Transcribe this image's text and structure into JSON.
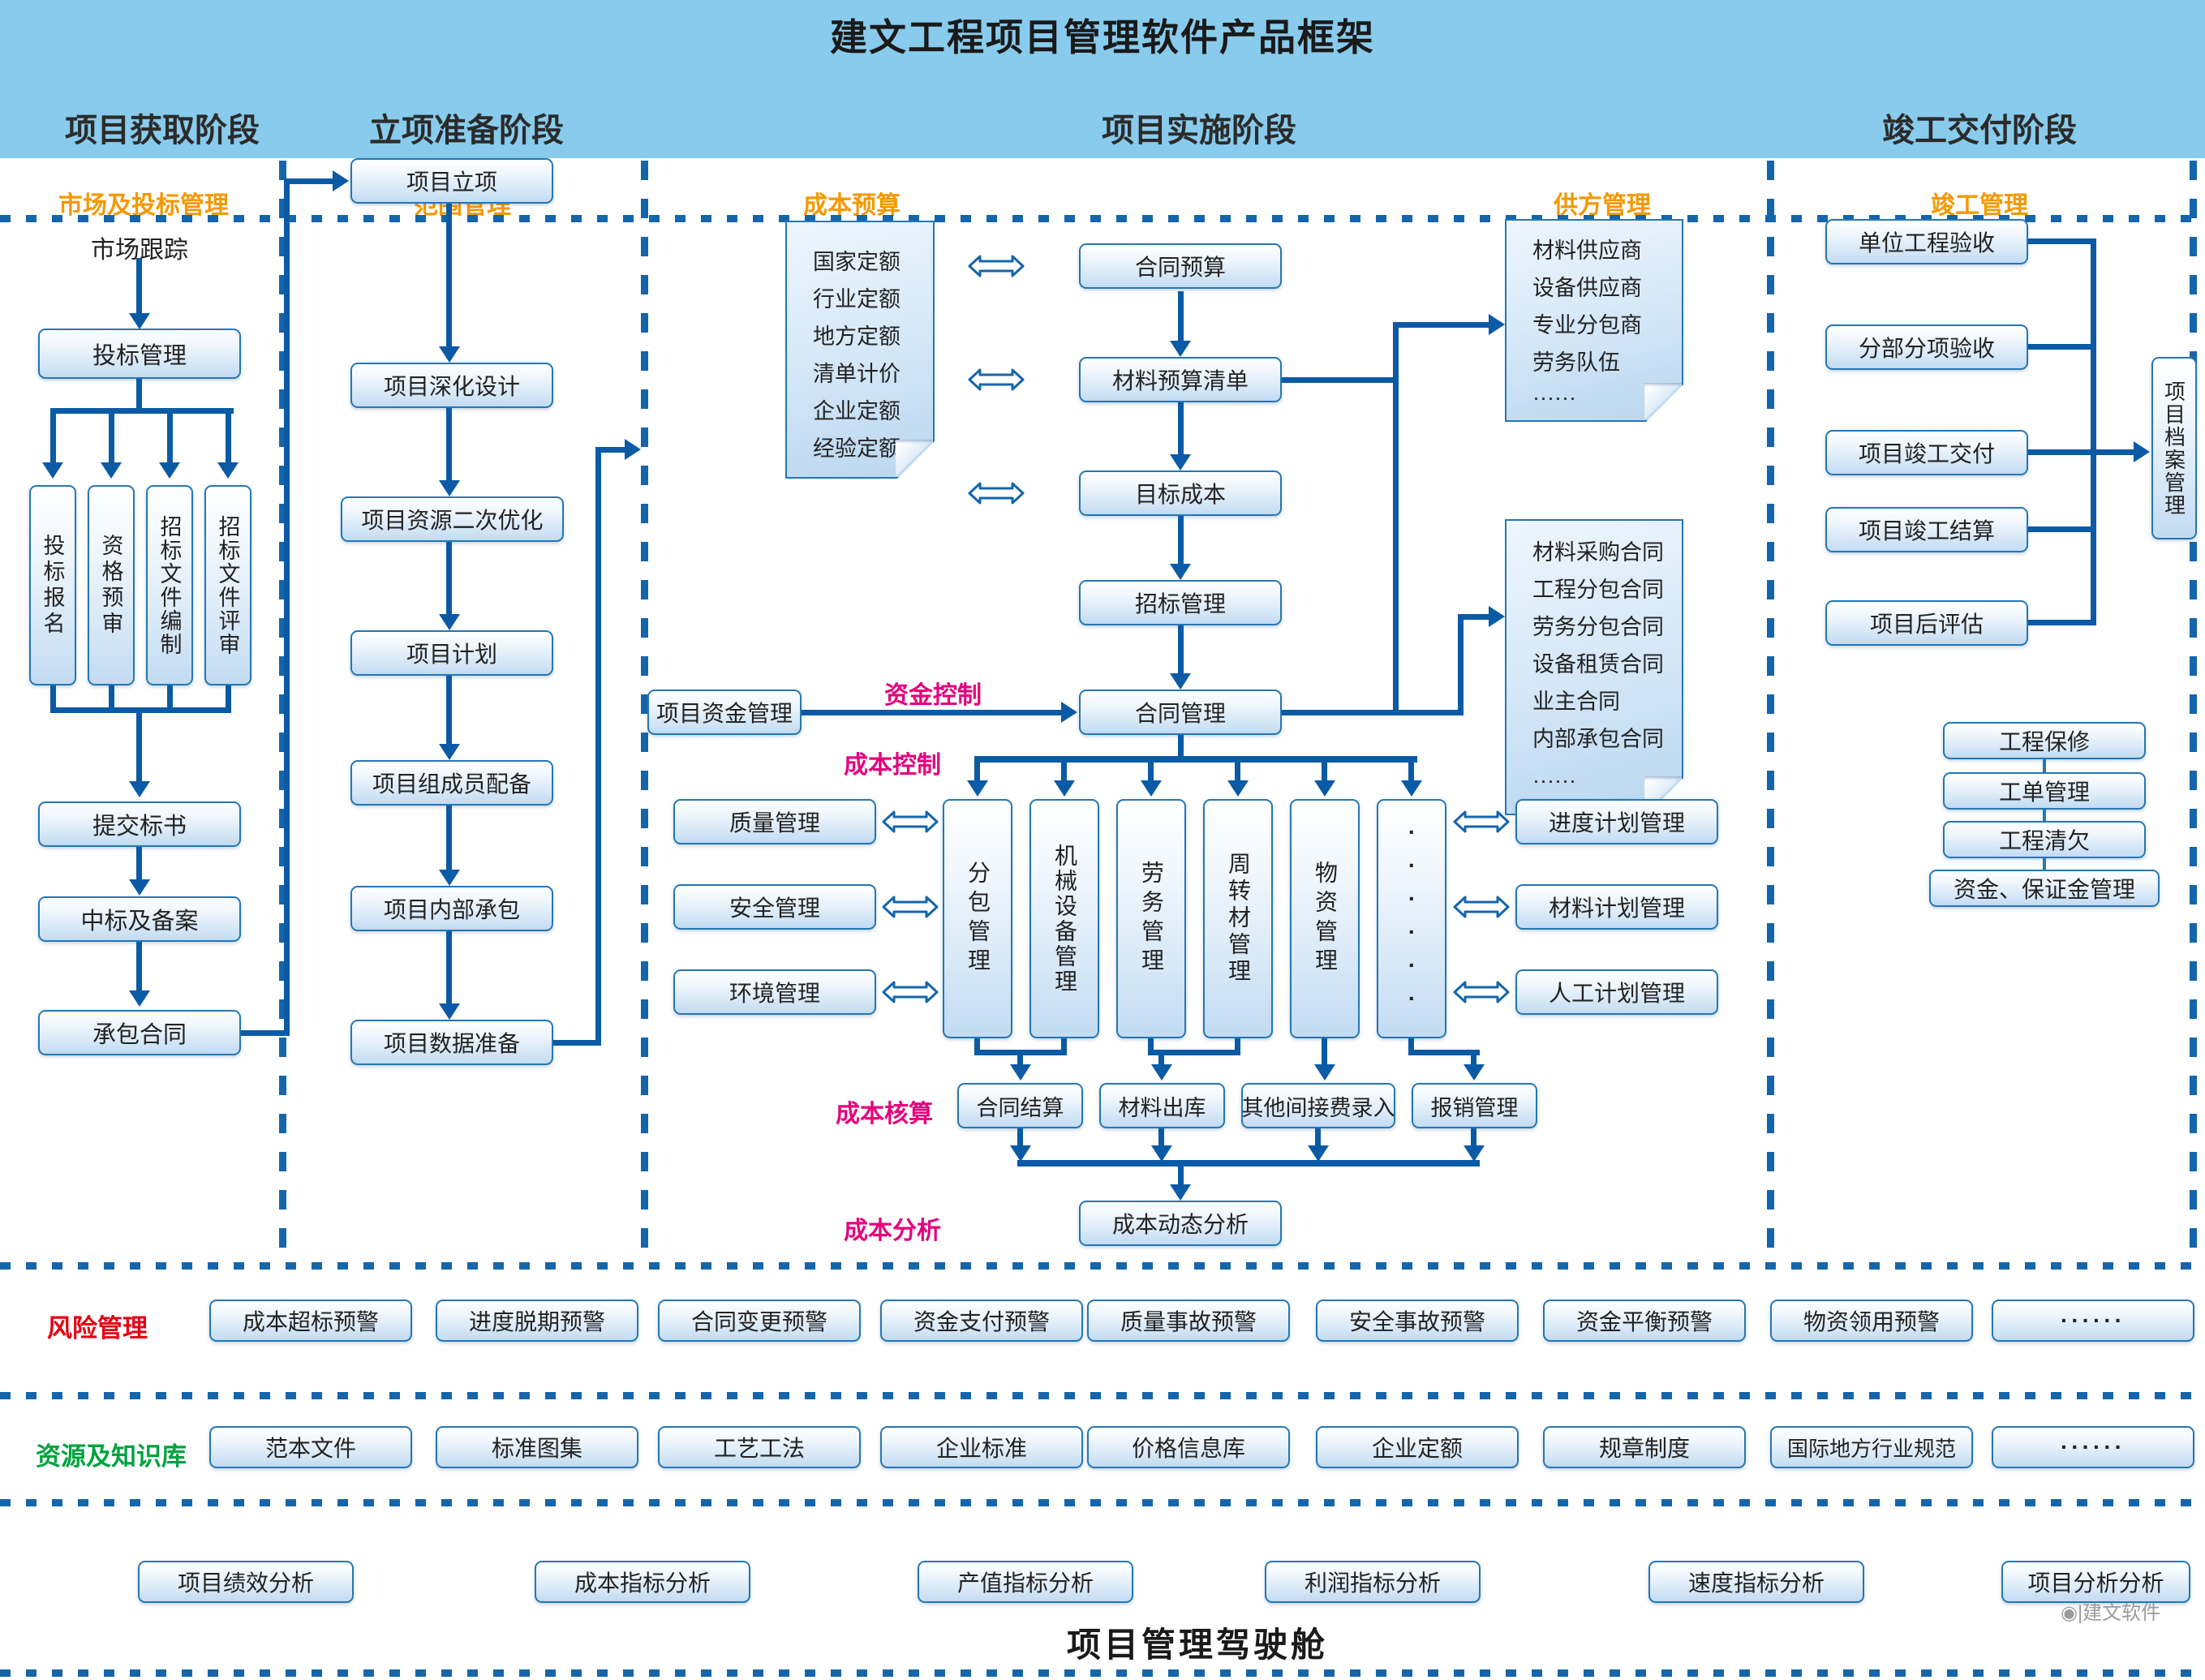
{
  "header": {
    "title": "建文工程项目管理软件产品框架",
    "phases": [
      "项目获取阶段",
      "立项准备阶段",
      "项目实施阶段",
      "竣工交付阶段"
    ]
  },
  "acquisition": {
    "label": "市场及投标管理",
    "market_tracking": "市场跟踪",
    "bid_management": "投标管理",
    "bid_steps": [
      "投标报名",
      "资格预审",
      "招标文件编制",
      "招标文件评审"
    ],
    "submit": "提交标书",
    "award": "中标及备案",
    "contract": "承包合同"
  },
  "preparation": {
    "label": "范围管理",
    "steps": [
      "项目立项",
      "项目深化设计",
      "项目资源二次优化",
      "项目计划",
      "项目组成员配备",
      "项目内部承包",
      "项目数据准备"
    ]
  },
  "implementation": {
    "budget_label": "成本预算",
    "quota_doc": [
      "国家定额",
      "行业定额",
      "地方定额",
      "清单计价",
      "企业定额",
      "经验定额"
    ],
    "flow": [
      "合同预算",
      "材料预算清单",
      "目标成本",
      "招标管理",
      "合同管理"
    ],
    "fund_management": "项目资金管理",
    "fund_control_label": "资金控制",
    "supplier_label": "供方管理",
    "supplier_doc": [
      "材料供应商",
      "设备供应商",
      "专业分包商",
      "劳务队伍",
      "······"
    ],
    "contract_doc": [
      "材料采购合同",
      "工程分包合同",
      "劳务分包合同",
      "设备租赁合同",
      "业主合同",
      "内部承包合同",
      "······"
    ],
    "cost_control_label": "成本控制",
    "qse": [
      "质量管理",
      "安全管理",
      "环境管理"
    ],
    "columns": [
      "分包管理",
      "机械设备管理",
      "劳务管理",
      "周转材管理",
      "物资管理",
      "······"
    ],
    "plans": [
      "进度计划管理",
      "材料计划管理",
      "人工计划管理"
    ],
    "cost_accounting_label": "成本核算",
    "accounting": [
      "合同结算",
      "材料出库",
      "其他间接费录入",
      "报销管理"
    ],
    "cost_analysis_label": "成本分析",
    "dynamic_analysis": "成本动态分析"
  },
  "delivery": {
    "label": "竣工管理",
    "steps": [
      "单位工程验收",
      "分部分项验收",
      "项目竣工交付",
      "项目竣工结算",
      "项目后评估"
    ],
    "archive": "项目档案管理",
    "aftercare": [
      "工程保修",
      "工单管理",
      "工程清欠",
      "资金、保证金管理"
    ]
  },
  "risk": {
    "label": "风险管理",
    "items": [
      "成本超标预警",
      "进度脱期预警",
      "合同变更预警",
      "资金支付预警",
      "质量事故预警",
      "安全事故预警",
      "资金平衡预警",
      "物资领用预警",
      "······"
    ]
  },
  "knowledge": {
    "label": "资源及知识库",
    "items": [
      "范本文件",
      "标准图集",
      "工艺工法",
      "企业标准",
      "价格信息库",
      "企业定额",
      "规章制度",
      "国际地方行业规范",
      "······"
    ]
  },
  "analysis": {
    "items": [
      "项目绩效分析",
      "成本指标分析",
      "产值指标分析",
      "利润指标分析",
      "速度指标分析",
      "项目分析分析"
    ],
    "cockpit": "项目管理驾驶舱"
  },
  "watermark": "◉|建文软件"
}
